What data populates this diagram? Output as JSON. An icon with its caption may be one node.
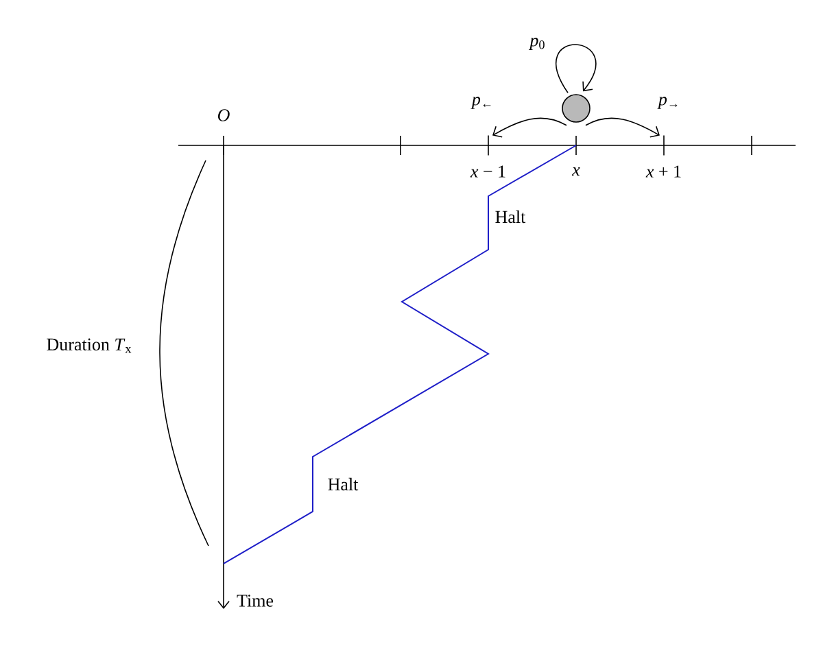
{
  "diagram": {
    "nodes": [
      {
        "text": [],
        "shape": "circle"
      },
      {
        "text": [],
        "shape": "bar",
        "beside": [
          "*x* − 1"
        ]
      },
      {
        "text": [],
        "shape": "bar",
        "beside": [
          "*x* + 1"
        ]
      }
    ],
    "edges": [
      {
        "from": 0,
        "to": 0,
        "arrow": "to",
        "label": "*p*$_{0}$"
      },
      {
        "from": 0,
        "to": 1,
        "arrow": "to",
        "label": "*p*$_{←}$"
      },
      {
        "from": 0,
        "to": 2,
        "arrow": "to",
        "label": "*p*$_{→}$"
      }
    ],
    "labels": [
      "*O*",
      "*x*",
      "Halt",
      "Duration *T*$_{x}$",
      "Halt",
      "Time"
    ]
  }
}
